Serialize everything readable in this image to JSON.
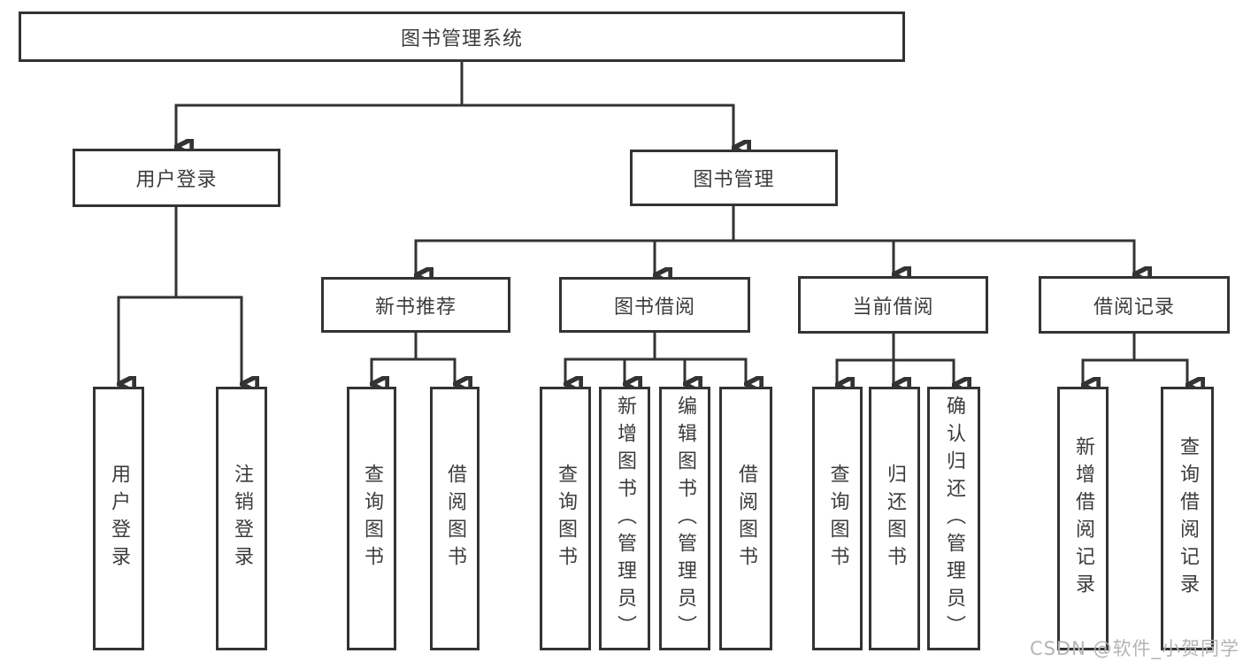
{
  "diagram": {
    "type": "tree",
    "root": {
      "label": "图书管理系统",
      "children": [
        {
          "label": "用户登录",
          "children": [
            {
              "label": "用户登录"
            },
            {
              "label": "注销登录"
            }
          ]
        },
        {
          "label": "图书管理",
          "children": [
            {
              "label": "新书推荐",
              "children": [
                {
                  "label": "查询图书"
                },
                {
                  "label": "借阅图书"
                }
              ]
            },
            {
              "label": "图书借阅",
              "children": [
                {
                  "label": "查询图书"
                },
                {
                  "label": "新增图书（管理员）"
                },
                {
                  "label": "编辑图书（管理员）"
                },
                {
                  "label": "借阅图书"
                }
              ]
            },
            {
              "label": "当前借阅",
              "children": [
                {
                  "label": "查询图书"
                },
                {
                  "label": "归还图书"
                },
                {
                  "label": "确认归还（管理员）"
                }
              ]
            },
            {
              "label": "借阅记录",
              "children": [
                {
                  "label": "新增借阅记录"
                },
                {
                  "label": "查询借阅记录"
                }
              ]
            }
          ]
        }
      ]
    }
  },
  "watermark": "CSDN @软件_小贺同学",
  "colors": {
    "line": "#333333",
    "box_border": "#333333",
    "box_background": "#ffffff",
    "text": "#3c3c3c",
    "watermark": "#b4b4b4",
    "page_background": "#ffffff"
  }
}
